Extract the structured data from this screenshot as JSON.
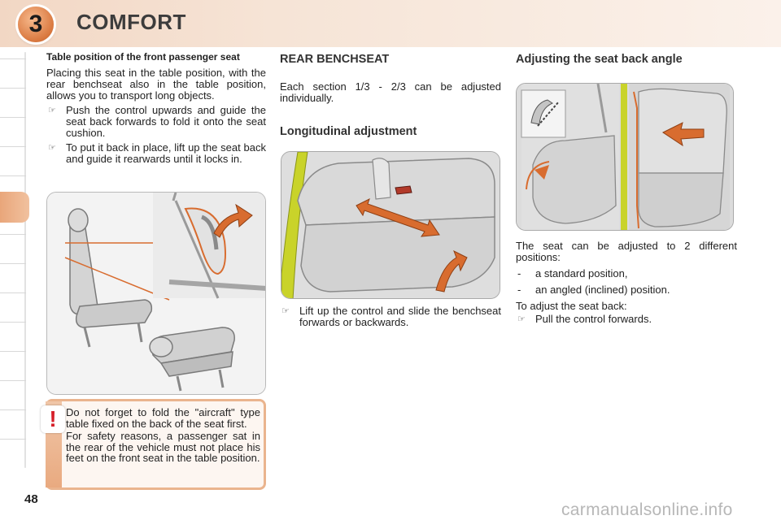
{
  "header": {
    "chapter_number": "3",
    "title": "COMFORT"
  },
  "left_column": {
    "heading": "Table position of the front passenger seat",
    "intro": "Placing this seat in the table position, with the rear benchseat also in the table position, allows you to transport long objects.",
    "bullets": [
      "Push the control upwards and guide the seat back forwards to fold it onto the seat cushion.",
      "To put it back in place, lift up the seat back and guide it rearwards until it locks in."
    ]
  },
  "warning": {
    "icon": "!",
    "paragraphs": [
      "Do not forget to fold the \"aircraft\" type table fixed on the back of the seat first.",
      "For safety reasons, a passenger sat in the rear of the vehicle must not place his feet on the front seat in the table position."
    ]
  },
  "middle_column": {
    "heading": "REAR BENCHSEAT",
    "intro": "Each section 1/3 - 2/3 can be adjusted individually.",
    "subheading": "Longitudinal adjustment",
    "bullet": "Lift up the control and slide the benchseat forwards or backwards."
  },
  "right_column": {
    "heading": "Adjusting the seat back angle",
    "intro": "The seat can be adjusted to 2 different positions:",
    "dash_items": [
      "a standard position,",
      "an angled (inclined) position."
    ],
    "instruction": "To adjust the seat back:",
    "bullet": "Pull the control forwards."
  },
  "markers": {
    "bullet": "☞",
    "dash": "-"
  },
  "colors": {
    "accent": "#e9a67a",
    "arrow": "#d86c2f",
    "warning": "#d6202a",
    "highlight": "#c9d32a"
  },
  "footer": {
    "page_number": "48",
    "watermark": "carmanualsonline.info"
  }
}
